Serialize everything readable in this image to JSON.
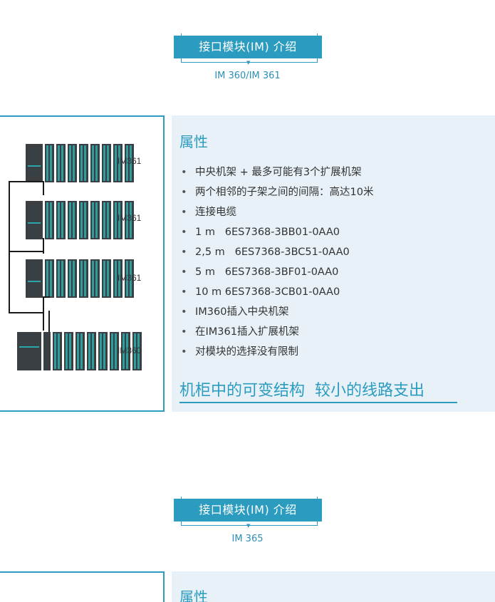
{
  "section1": {
    "header": "接口模块(IM) 介绍",
    "subheader": "IM 360/IM 361",
    "diagram": {
      "labels": [
        "IM361",
        "IM361",
        "IM361",
        "IM360"
      ]
    },
    "properties_title": "属性",
    "properties": [
      "中央机架 + 最多可能有3个扩展机架",
      "两个相邻的子架之间的间隔：高达10米",
      "连接电缆",
      "1 m   6ES7368-3BB01-0AA0",
      "2,5 m   6ES7368-3BC51-0AA0",
      "5 m   6ES7368-3BF01-0AA0",
      "10 m 6ES7368-3CB01-0AA0",
      "IM360插入中央机架",
      "在IM361插入扩展机架",
      "对模块的选择没有限制"
    ],
    "slogan": "机柜中的可变结构  较小的线路支出"
  },
  "section2": {
    "header": "接口模块(IM) 介绍",
    "subheader": "IM 365",
    "properties_title": "属性"
  },
  "colors": {
    "accent": "#2b9cc0",
    "panel_bg": "#e8f1f7",
    "text": "#333333",
    "module_dark": "#3a3f44",
    "module_teal": "#2f9c9f"
  },
  "icons": {
    "bullet": "•",
    "arrow": "▼"
  }
}
